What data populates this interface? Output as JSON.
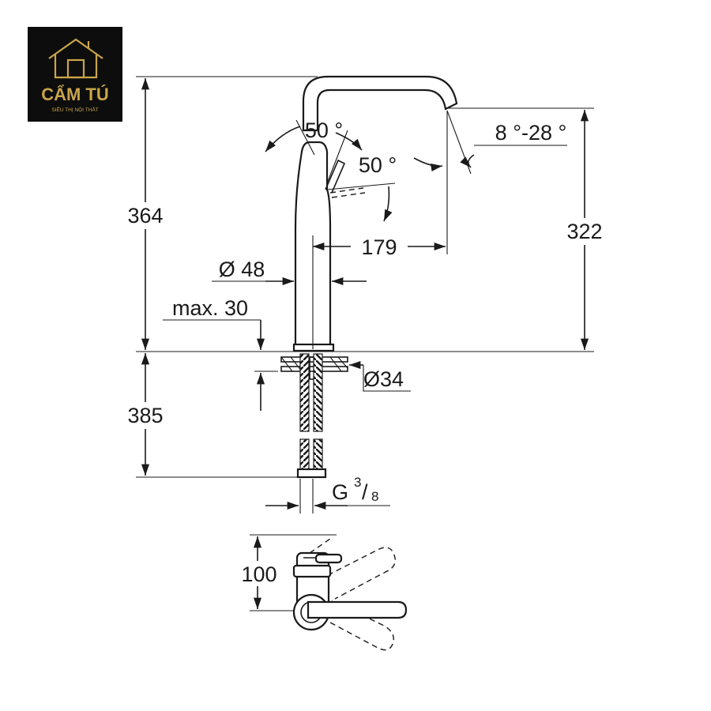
{
  "logo": {
    "brand": "CẨM TÚ",
    "tagline": "SIÊU THỊ NỘI THẤT",
    "background": "#0d0d0d",
    "accent": "#c9a54a"
  },
  "dimensions": {
    "total_height": "364",
    "spout_height": "322",
    "spout_reach": "179",
    "body_diameter": "Ø 48",
    "max_thickness": "max. 30",
    "hole_diameter": "Ø34",
    "hose_length": "385",
    "connection_prefix": "G",
    "connection_num": "3",
    "connection_den": "8",
    "lever_clearance": "100",
    "handle_angle_left": "50 °",
    "handle_angle_right": "50 °",
    "spout_tilt": "8 °-28 °"
  },
  "colors": {
    "line": "#1a1a1a",
    "background": "#ffffff"
  }
}
